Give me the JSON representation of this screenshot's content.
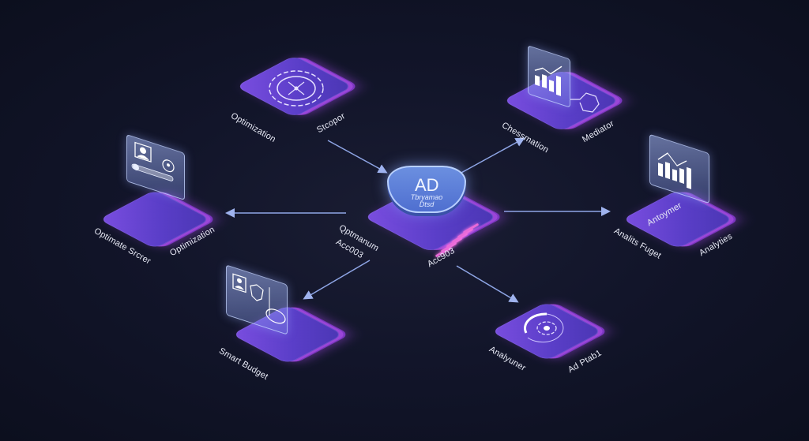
{
  "diagram": {
    "type": "isometric hub-and-spoke network",
    "colors": {
      "background": "#12152a",
      "tile_top": "#6a46d8",
      "tile_edge": "#9a46d8",
      "glow": "#c04cff",
      "connector": "#8fa6e6",
      "screen": "#a9bbf5",
      "shield": "#5a7ad8"
    },
    "center": {
      "icon": "shield-icon",
      "badge_text": "AD",
      "badge_subtext": "Tbryamao Dtsd",
      "label_left_line1": "Qptmanum",
      "label_left_line2": "Acc003",
      "label_right": "Acc903"
    },
    "nodes": [
      {
        "id": "top-left",
        "icon": "gear-icon",
        "label_left": "Optimization",
        "label_right": "Stcopor"
      },
      {
        "id": "top-right",
        "icon": "bar-chart-monitor-icon",
        "label_left": "Chessmation",
        "label_right": "Mediator"
      },
      {
        "id": "left",
        "icon": "profile-monitor-icon",
        "label_left": "Optimate Srcrer",
        "label_right": "Optimization"
      },
      {
        "id": "right",
        "icon": "analytics-monitor-icon",
        "label_top": "Antoymer",
        "label_left": "Analits Fuget",
        "label_right": "Analyties"
      },
      {
        "id": "bottom-left",
        "icon": "budget-shield-panel-icon",
        "label_left": "Smart Budget"
      },
      {
        "id": "bottom-right",
        "icon": "gear-progress-icon",
        "label_left": "Analyuner",
        "label_right": "Ad Ptab1"
      }
    ],
    "edges": [
      {
        "from": "top-left",
        "to": "center"
      },
      {
        "from": "center",
        "to": "top-right"
      },
      {
        "from": "center",
        "to": "left"
      },
      {
        "from": "center",
        "to": "right"
      },
      {
        "from": "center",
        "to": "bottom-left"
      },
      {
        "from": "center",
        "to": "bottom-right"
      }
    ]
  }
}
